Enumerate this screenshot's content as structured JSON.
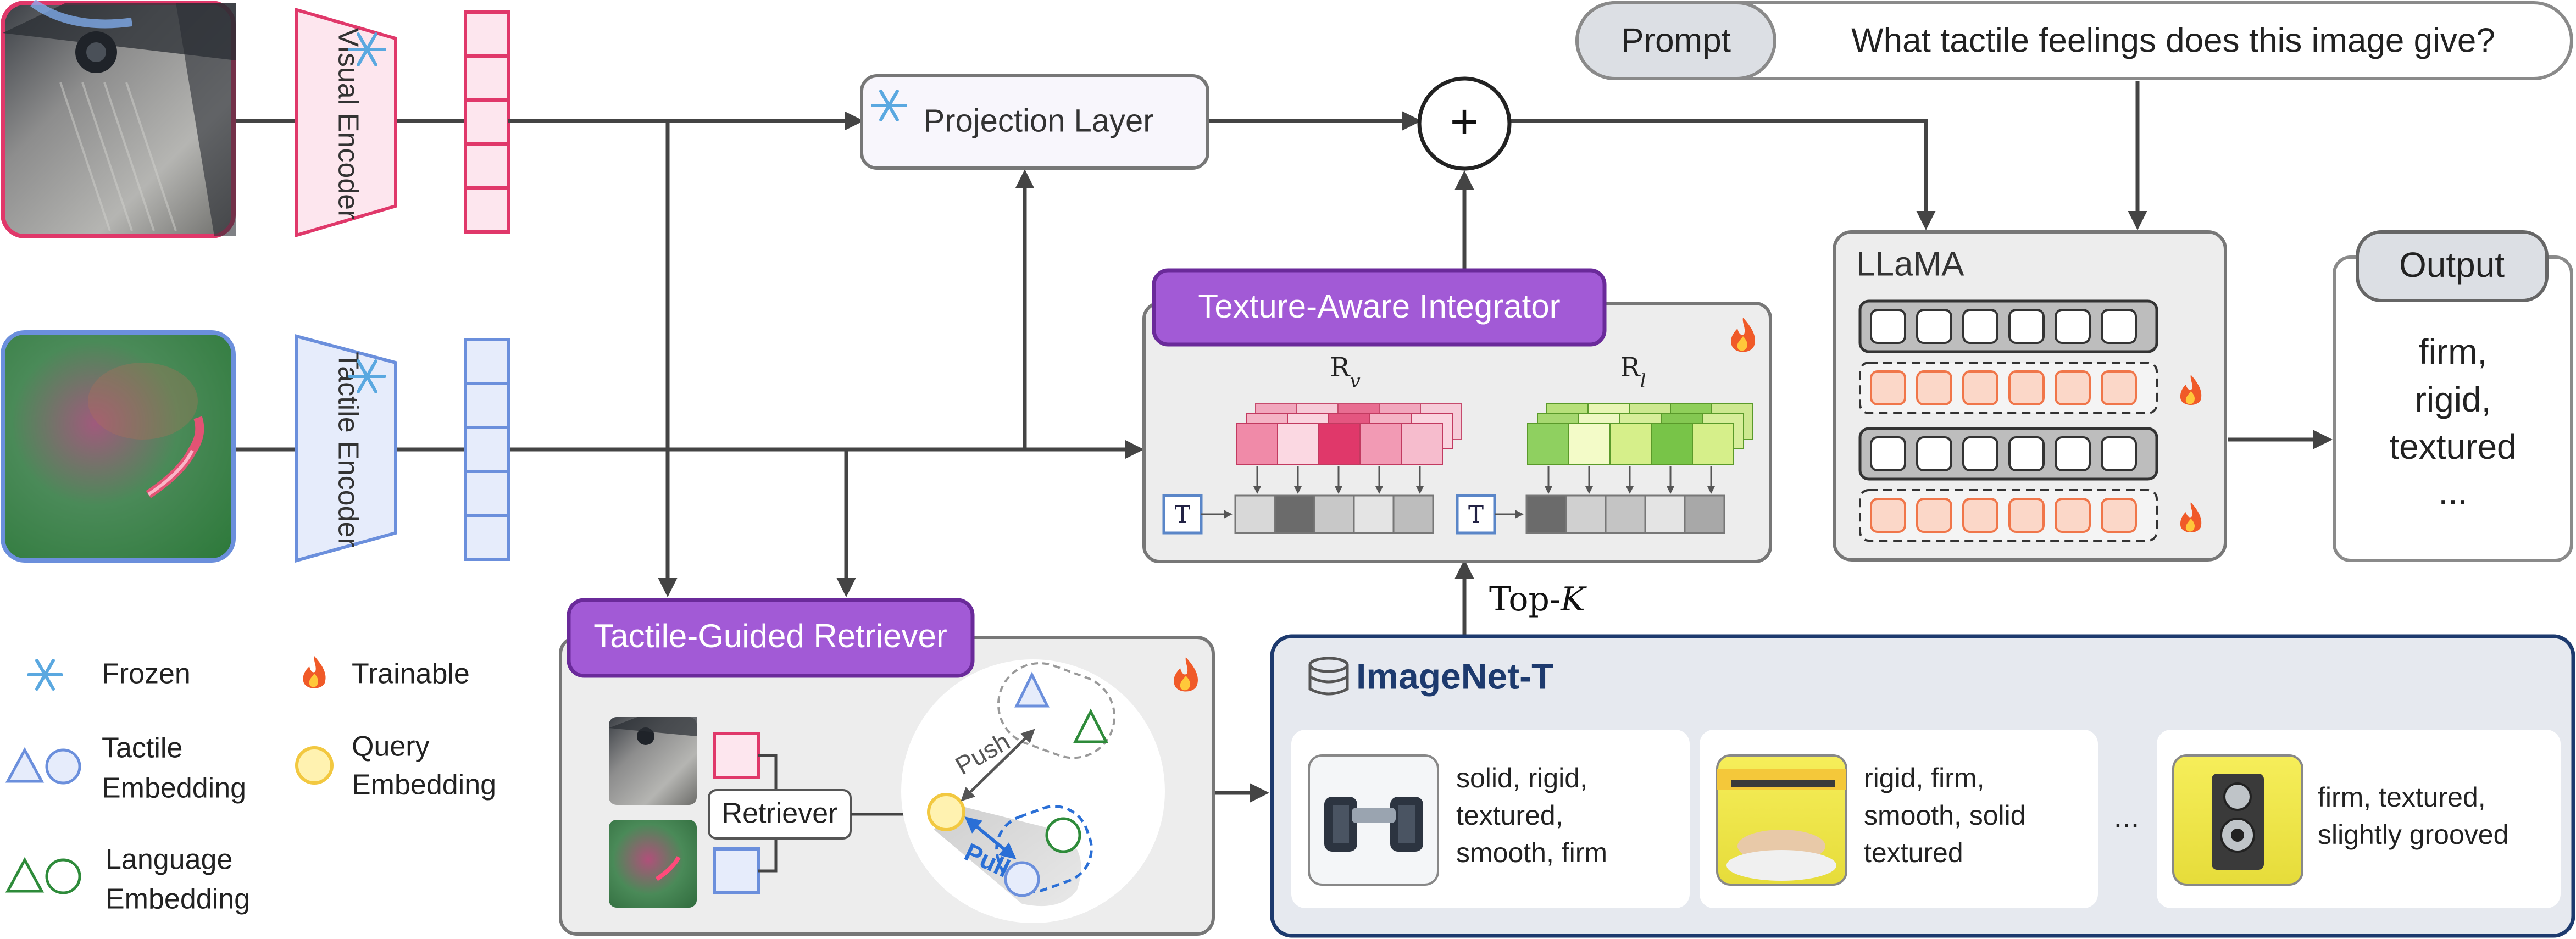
{
  "prompt": {
    "tag": "Prompt",
    "text": "What tactile feelings does this image give?"
  },
  "encoders": {
    "visual": "Visual Encoder",
    "tactile": "Tactile Encoder"
  },
  "projection": {
    "label": "Projection Layer"
  },
  "plus_symbol": "+",
  "integrator": {
    "title": "Texture-Aware Integrator",
    "rv_label": "Rv",
    "rl_label": "Rl",
    "token_label": "T"
  },
  "retriever": {
    "title": "Tactile-Guided Retriever",
    "retriever_label": "Retriever",
    "push": "Push",
    "pull": "Pull"
  },
  "topk": "Top-K",
  "llama": {
    "title": "LLaMA"
  },
  "output": {
    "tag": "Output",
    "lines": [
      "firm,",
      "rigid,",
      "textured",
      "..."
    ]
  },
  "imagenet": {
    "title": "ImageNet-T",
    "items": [
      {
        "lines": [
          "solid, rigid,",
          "textured,",
          "smooth, firm"
        ]
      },
      {
        "lines": [
          "rigid, firm,",
          "smooth, solid",
          "textured"
        ]
      },
      {
        "lines": [
          "firm, textured,",
          "slightly grooved"
        ]
      }
    ],
    "ellipsis": "..."
  },
  "legend": {
    "frozen": "Frozen",
    "trainable": "Trainable",
    "tactile": [
      "Tactile",
      "Embedding"
    ],
    "query": [
      "Query",
      "Embedding"
    ],
    "language": [
      "Language",
      "Embedding"
    ]
  },
  "colors": {
    "visual": "#e0386a",
    "tactile": "#6b8fdc",
    "purple": "#a25ad6",
    "navy": "#1d3a6e",
    "trainable_row": "#f5a58a",
    "arrow": "#444444",
    "language": "#2e8b3a",
    "query": "#f2c840"
  }
}
